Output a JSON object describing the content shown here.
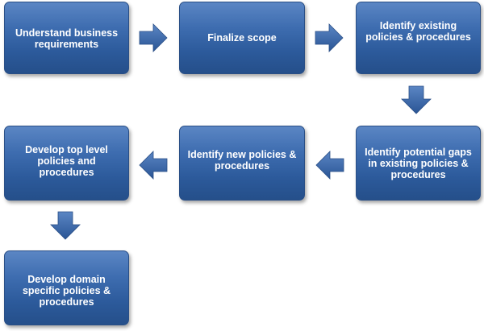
{
  "diagram": {
    "steps": [
      {
        "id": "step-1",
        "label": "Understand business requirements"
      },
      {
        "id": "step-2",
        "label": "Finalize scope"
      },
      {
        "id": "step-3",
        "label": "Identify existing policies & procedures"
      },
      {
        "id": "step-4",
        "label": "Identify potential gaps in existing policies & procedures"
      },
      {
        "id": "step-5",
        "label": "Identify new policies & procedures"
      },
      {
        "id": "step-6",
        "label": "Develop top level policies and procedures"
      },
      {
        "id": "step-7",
        "label": "Develop domain specific policies & procedures"
      }
    ],
    "flow": [
      {
        "from": "step-1",
        "to": "step-2",
        "direction": "right"
      },
      {
        "from": "step-2",
        "to": "step-3",
        "direction": "right"
      },
      {
        "from": "step-3",
        "to": "step-4",
        "direction": "down"
      },
      {
        "from": "step-4",
        "to": "step-5",
        "direction": "left"
      },
      {
        "from": "step-5",
        "to": "step-6",
        "direction": "left"
      },
      {
        "from": "step-6",
        "to": "step-7",
        "direction": "down"
      }
    ],
    "colors": {
      "box_fill": "#3e6db0",
      "box_highlight": "#5b86c4",
      "box_shadow_edge": "#254f8a",
      "box_text": "#ffffff",
      "arrow_fill": "#3a68ad"
    }
  }
}
